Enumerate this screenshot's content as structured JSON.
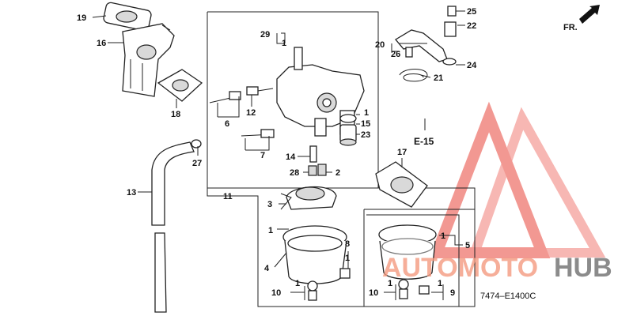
{
  "diagram": {
    "part_labels": [
      "1",
      "2",
      "3",
      "4",
      "5",
      "6",
      "7",
      "8",
      "9",
      "10",
      "11",
      "12",
      "13",
      "14",
      "15",
      "16",
      "17",
      "18",
      "19",
      "20",
      "21",
      "22",
      "23",
      "24",
      "25",
      "26",
      "27",
      "28",
      "29"
    ],
    "reference": "E-15",
    "figure_code": "7474–E1400C",
    "direction_label": "FR."
  },
  "watermark": {
    "word_part1": "AUTOMOTO",
    "word_part2": "HUB",
    "color_primary": "#e8453a",
    "color_secondary": "#555555"
  }
}
